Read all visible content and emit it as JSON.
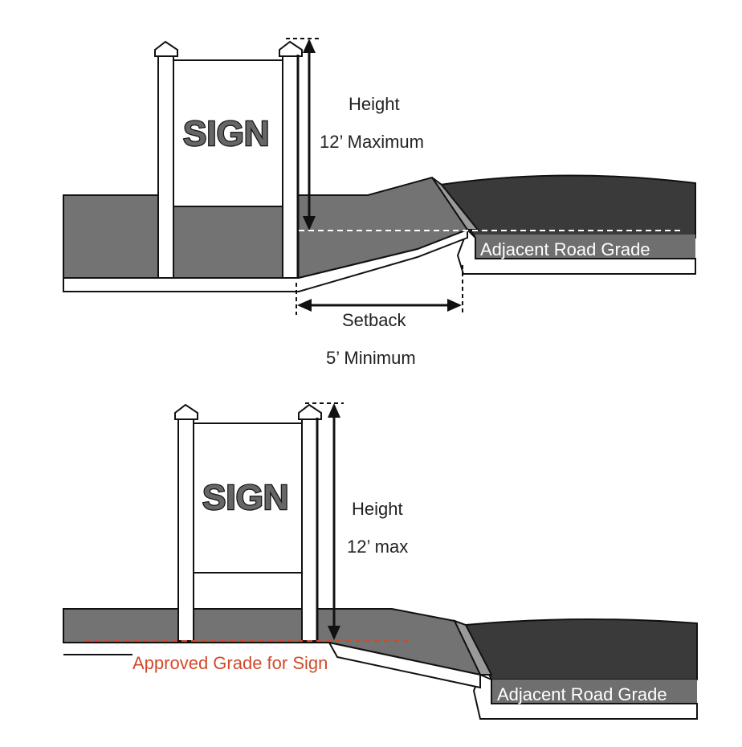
{
  "top_diagram": {
    "sign_text": "SIGN",
    "height_label": "Height",
    "height_value": "12’ Maximum",
    "setback_label": "Setback",
    "setback_value": "5’ Minimum",
    "road_label": "Adjacent Road Grade"
  },
  "bottom_diagram": {
    "sign_text": "SIGN",
    "height_label": "Height",
    "height_value": "12’ max",
    "grade_label": "Approved Grade for Sign",
    "road_label": "Adjacent Road Grade"
  },
  "colors": {
    "ground": "#737373",
    "road": "#3a3a3a",
    "outline": "#111111",
    "approved_grade": "#d24a2a"
  }
}
